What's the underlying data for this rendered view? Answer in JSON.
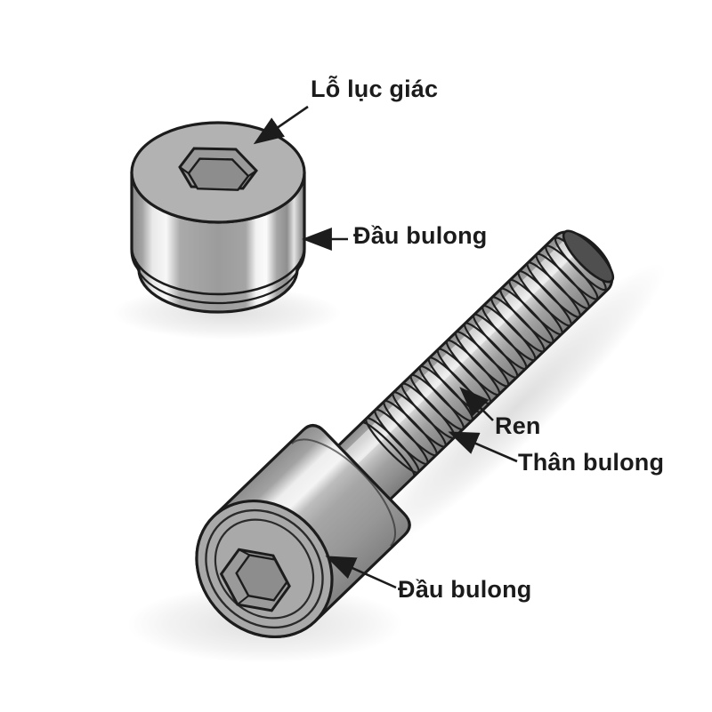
{
  "labels": {
    "hex_hole": "Lỗ lục giác",
    "bolt_head_top": "Đầu bulong",
    "thread": "Ren",
    "bolt_body": "Thân bulong",
    "bolt_head_bottom": "Đầu bulong"
  },
  "colors": {
    "background": "#ffffff",
    "outline": "#1c1c1c",
    "text": "#1b1b1b",
    "metal_top_face": "#b2b2b2",
    "metal_mid": "#a6a6a6",
    "metal_light": "#f4f4f4",
    "metal_dark": "#808080",
    "socket_fill": "#9a9a9a",
    "socket_inner_fill": "#8d8d8d",
    "tip_end": "#4f4f4f"
  }
}
